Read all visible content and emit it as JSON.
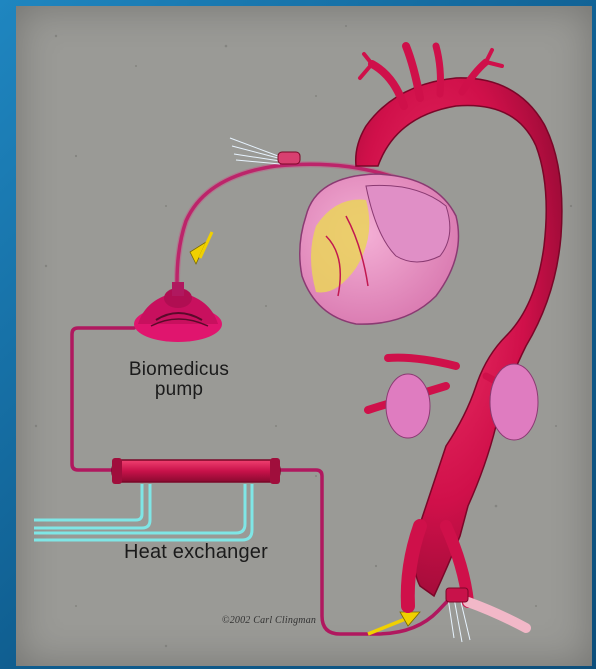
{
  "labels": {
    "pump_line1": "Biomedicus",
    "pump_line2": "pump",
    "heat_exchanger": "Heat exchanger",
    "credit": "©2002 Carl Clingman"
  },
  "colors": {
    "background": "#1a6fa3",
    "panel": "#9a9a96",
    "tubing": "#b0185f",
    "artery": "#d8124a",
    "heart": "#e88bc0",
    "fat": "#ead45a",
    "water_line": "#7fe6e6",
    "flow_arrow": "#f0d000"
  }
}
